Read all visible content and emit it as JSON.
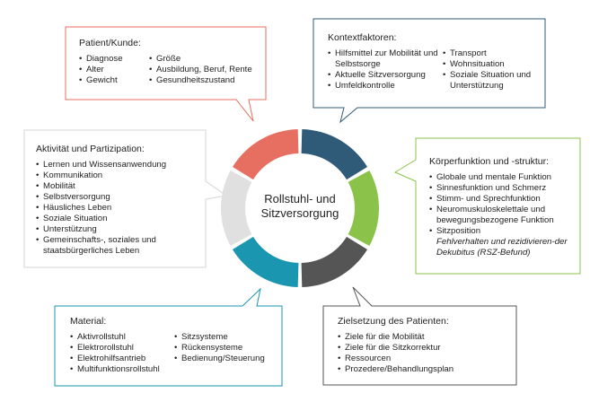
{
  "center": {
    "line1": "Rollstuhl- und",
    "line2": "Sitzversorgung"
  },
  "patient": {
    "title": "Patient/Kunde:",
    "col1": [
      "Diagnose",
      "Alter",
      "Gewicht"
    ],
    "col2": [
      "Größe",
      "Ausbildung, Beruf, Rente",
      "Gesundheitszustand"
    ],
    "color": "#e76f61"
  },
  "kontext": {
    "title": "Kontextfaktoren:",
    "col1": [
      "Hilfsmittel zur Mobilität und Selbstsorge",
      "Aktuelle Sitzversorgung",
      "Umfeldkontrolle"
    ],
    "col2": [
      "Transport",
      "Wohnsituation",
      "Soziale Situation und Unterstützung"
    ],
    "color": "#2f5b78"
  },
  "aktivitaet": {
    "title": "Aktivität und Partizipation:",
    "items": [
      "Lernen und Wissensanwendung",
      "Kommunikation",
      "Mobilität",
      "Selbstversorgung",
      "Häusliches Leben",
      "Soziale Situation",
      "Unterstützung",
      "Gemeinschafts-, soziales und staatsbürgerliches Leben"
    ],
    "color": "#e0e0e0"
  },
  "koerper": {
    "title": "Körperfunktion und -struktur:",
    "items": [
      "Globale und mentale Funktion",
      "Sinnesfunktion und Schmerz",
      "Stimm- und Sprechfunktion",
      "Neuromuskuloskelettale und bewegungsbezogene Funktion",
      "Sitzposition"
    ],
    "note": "Fehlverhalten und rezidivieren-der Dekubitus (RSZ-Befund)",
    "color": "#8bc34a"
  },
  "material": {
    "title": "Material:",
    "col1": [
      "Aktivrollstuhl",
      "Elektrorollstuhl",
      "Elektrohilfsantrieb",
      "Multifunktionsrollstuhl"
    ],
    "col2": [
      "Sitzsysteme",
      "Rückensysteme",
      "Bedienung/Steuerung"
    ],
    "color": "#1a96b0"
  },
  "ziel": {
    "title": "Zielsetzung des Patienten:",
    "items": [
      "Ziele für die Mobilität",
      "Ziele für die Sitzkorrektur",
      "Ressourcen",
      "Prozedere/Behandlungsplan"
    ],
    "color": "#555555"
  }
}
